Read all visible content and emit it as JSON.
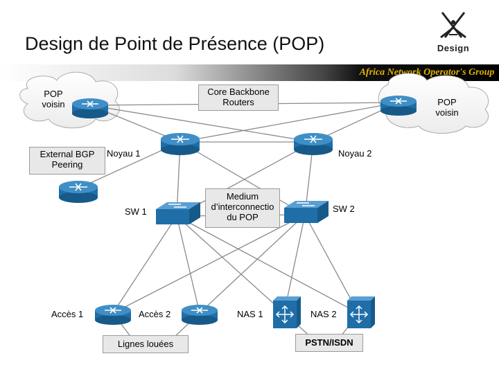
{
  "title": "Design de Point de Présence (POP)",
  "logo": {
    "label": "Design",
    "icon": "compass-square-icon"
  },
  "banner": {
    "text": "Africa Network Operator's Group",
    "color": "#e0b400"
  },
  "labels": {
    "pop_left": "POP\nvoisin",
    "pop_right": "POP\nvoisin",
    "core_backbone": "Core Backbone\nRouters",
    "external_bgp": "External BGP\nPeering",
    "noyau1": "Noyau 1",
    "noyau2": "Noyau 2",
    "medium": "Medium\nd’interconnectio\ndu POP",
    "sw1": "SW 1",
    "sw2": "SW 2",
    "acces1": "Accès 1",
    "acces2": "Accès 2",
    "nas1": "NAS 1",
    "nas2": "NAS 2",
    "lignes_louees": "Lignes louées",
    "pstn_isdn": "PSTN/ISDN"
  },
  "colors": {
    "device": "#1f6ea8",
    "device_top": "#3f8fc6",
    "link": "#8a8a8a",
    "cloud_stroke": "#aaaaaa",
    "box_fill": "#e8e8e8"
  }
}
